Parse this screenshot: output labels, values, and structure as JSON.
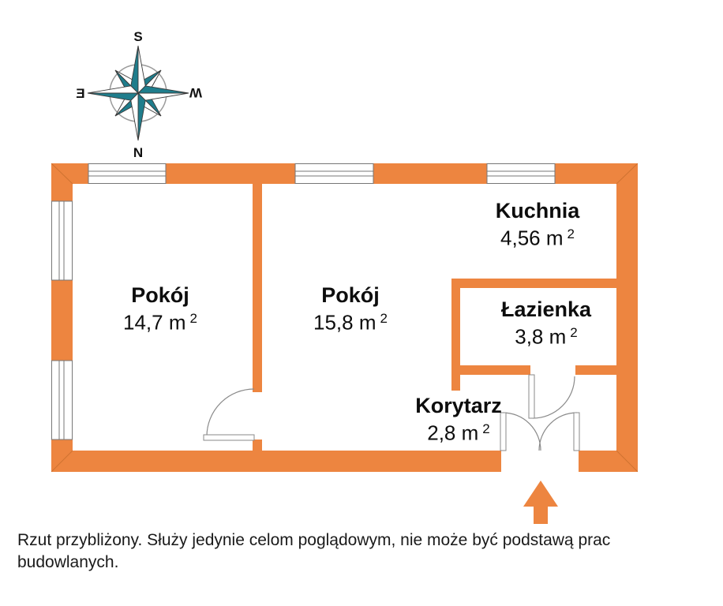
{
  "plan": {
    "wall_color": "#ED8540",
    "rooms": [
      {
        "name": "Pokój",
        "area": "14,7 m",
        "sup": "2"
      },
      {
        "name": "Pokój",
        "area": "15,8 m",
        "sup": "2"
      },
      {
        "name": "Kuchnia",
        "area": "4,56 m",
        "sup": "2"
      },
      {
        "name": "Łazienka",
        "area": "3,8 m",
        "sup": "2"
      },
      {
        "name": "Korytarz",
        "area": "2,8 m",
        "sup": "2"
      }
    ]
  },
  "compass": {
    "top": "S",
    "bottom": "N",
    "left": "E",
    "right": "W",
    "star_color": "#1F7D8C"
  },
  "footer": {
    "disclaimer": "Rzut przybliżony. Służy jedynie celom poglądowym, nie może być podstawą prac budowlanych."
  }
}
